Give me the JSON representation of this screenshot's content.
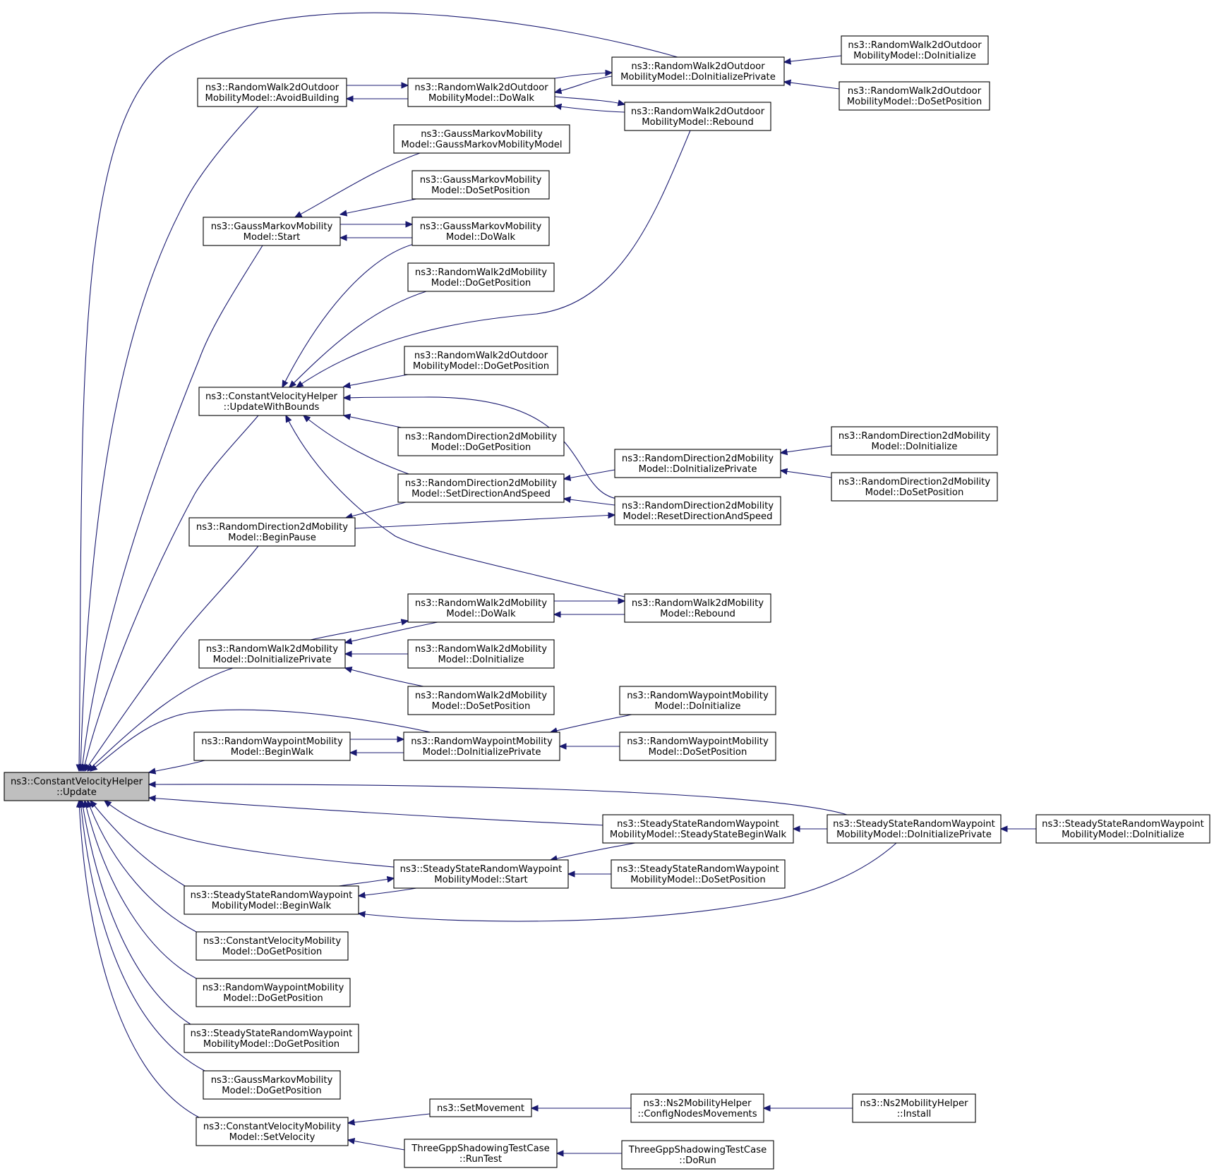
{
  "colors": {
    "edge": "#191970",
    "root_fill": "#bfbfbf",
    "node_fill": "#ffffff",
    "node_border": "#000000"
  },
  "nodes": [
    {
      "id": "root",
      "lines": [
        "ns3::ConstantVelocityHelper",
        "::Update"
      ],
      "root": true
    },
    {
      "id": "rw2o_avoid",
      "lines": [
        "ns3::RandomWalk2dOutdoor",
        "MobilityModel::AvoidBuilding"
      ]
    },
    {
      "id": "rw2o_dowalk",
      "lines": [
        "ns3::RandomWalk2dOutdoor",
        "MobilityModel::DoWalk"
      ]
    },
    {
      "id": "rw2o_dip",
      "lines": [
        "ns3::RandomWalk2dOutdoor",
        "MobilityModel::DoInitializePrivate"
      ]
    },
    {
      "id": "rw2o_rebound",
      "lines": [
        "ns3::RandomWalk2dOutdoor",
        "MobilityModel::Rebound"
      ]
    },
    {
      "id": "rw2o_doinit",
      "lines": [
        "ns3::RandomWalk2dOutdoor",
        "MobilityModel::DoInitialize"
      ]
    },
    {
      "id": "rw2o_dosetpos",
      "lines": [
        "ns3::RandomWalk2dOutdoor",
        "MobilityModel::DoSetPosition"
      ]
    },
    {
      "id": "gm_ctor",
      "lines": [
        "ns3::GaussMarkovMobility",
        "Model::GaussMarkovMobilityModel"
      ]
    },
    {
      "id": "gm_dosetpos",
      "lines": [
        "ns3::GaussMarkovMobility",
        "Model::DoSetPosition"
      ]
    },
    {
      "id": "gm_start",
      "lines": [
        "ns3::GaussMarkovMobility",
        "Model::Start"
      ]
    },
    {
      "id": "gm_dowalk",
      "lines": [
        "ns3::GaussMarkovMobility",
        "Model::DoWalk"
      ]
    },
    {
      "id": "rw2d_dogetpos",
      "lines": [
        "ns3::RandomWalk2dMobility",
        "Model::DoGetPosition"
      ]
    },
    {
      "id": "rw2o_dogetpos",
      "lines": [
        "ns3::RandomWalk2dOutdoor",
        "MobilityModel::DoGetPosition"
      ]
    },
    {
      "id": "cvh_uwb",
      "lines": [
        "ns3::ConstantVelocityHelper",
        "::UpdateWithBounds"
      ]
    },
    {
      "id": "rd2d_dogetpos",
      "lines": [
        "ns3::RandomDirection2dMobility",
        "Model::DoGetPosition"
      ]
    },
    {
      "id": "rd2d_dip",
      "lines": [
        "ns3::RandomDirection2dMobility",
        "Model::DoInitializePrivate"
      ]
    },
    {
      "id": "rd2d_doinit",
      "lines": [
        "ns3::RandomDirection2dMobility",
        "Model::DoInitialize"
      ]
    },
    {
      "id": "rd2d_setdir",
      "lines": [
        "ns3::RandomDirection2dMobility",
        "Model::SetDirectionAndSpeed"
      ]
    },
    {
      "id": "rd2d_dosetpos",
      "lines": [
        "ns3::RandomDirection2dMobility",
        "Model::DoSetPosition"
      ]
    },
    {
      "id": "rd2d_reset",
      "lines": [
        "ns3::RandomDirection2dMobility",
        "Model::ResetDirectionAndSpeed"
      ]
    },
    {
      "id": "rd2d_beginpause",
      "lines": [
        "ns3::RandomDirection2dMobility",
        "Model::BeginPause"
      ]
    },
    {
      "id": "rw2d_dowalk",
      "lines": [
        "ns3::RandomWalk2dMobility",
        "Model::DoWalk"
      ]
    },
    {
      "id": "rw2d_rebound",
      "lines": [
        "ns3::RandomWalk2dMobility",
        "Model::Rebound"
      ]
    },
    {
      "id": "rw2d_dip",
      "lines": [
        "ns3::RandomWalk2dMobility",
        "Model::DoInitializePrivate"
      ]
    },
    {
      "id": "rw2d_doinit",
      "lines": [
        "ns3::RandomWalk2dMobility",
        "Model::DoInitialize"
      ]
    },
    {
      "id": "rw2d_dosetpos",
      "lines": [
        "ns3::RandomWalk2dMobility",
        "Model::DoSetPosition"
      ]
    },
    {
      "id": "rwp_doinit",
      "lines": [
        "ns3::RandomWaypointMobility",
        "Model::DoInitialize"
      ]
    },
    {
      "id": "rwp_beginwalk",
      "lines": [
        "ns3::RandomWaypointMobility",
        "Model::BeginWalk"
      ]
    },
    {
      "id": "rwp_dip",
      "lines": [
        "ns3::RandomWaypointMobility",
        "Model::DoInitializePrivate"
      ]
    },
    {
      "id": "rwp_dosetpos",
      "lines": [
        "ns3::RandomWaypointMobility",
        "Model::DoSetPosition"
      ]
    },
    {
      "id": "ss_sbw",
      "lines": [
        "ns3::SteadyStateRandomWaypoint",
        "MobilityModel::SteadyStateBeginWalk"
      ]
    },
    {
      "id": "ss_dip",
      "lines": [
        "ns3::SteadyStateRandomWaypoint",
        "MobilityModel::DoInitializePrivate"
      ]
    },
    {
      "id": "ss_doinit",
      "lines": [
        "ns3::SteadyStateRandomWaypoint",
        "MobilityModel::DoInitialize"
      ]
    },
    {
      "id": "ss_start",
      "lines": [
        "ns3::SteadyStateRandomWaypoint",
        "MobilityModel::Start"
      ]
    },
    {
      "id": "ss_dosetpos",
      "lines": [
        "ns3::SteadyStateRandomWaypoint",
        "MobilityModel::DoSetPosition"
      ]
    },
    {
      "id": "ss_beginwalk",
      "lines": [
        "ns3::SteadyStateRandomWaypoint",
        "MobilityModel::BeginWalk"
      ]
    },
    {
      "id": "cvm_dogetpos",
      "lines": [
        "ns3::ConstantVelocityMobility",
        "Model::DoGetPosition"
      ]
    },
    {
      "id": "rwp_dogetpos",
      "lines": [
        "ns3::RandomWaypointMobility",
        "Model::DoGetPosition"
      ]
    },
    {
      "id": "ss_dogetpos",
      "lines": [
        "ns3::SteadyStateRandomWaypoint",
        "MobilityModel::DoGetPosition"
      ]
    },
    {
      "id": "gm_dogetpos",
      "lines": [
        "ns3::GaussMarkovMobility",
        "Model::DoGetPosition"
      ]
    },
    {
      "id": "setmovement",
      "lines": [
        "ns3::SetMovement"
      ]
    },
    {
      "id": "ns2_config",
      "lines": [
        "ns3::Ns2MobilityHelper",
        "::ConfigNodesMovements"
      ]
    },
    {
      "id": "ns2_install",
      "lines": [
        "ns3::Ns2MobilityHelper",
        "::Install"
      ]
    },
    {
      "id": "cvm_setvel",
      "lines": [
        "ns3::ConstantVelocityMobility",
        "Model::SetVelocity"
      ]
    },
    {
      "id": "tgpp_runtest",
      "lines": [
        "ThreeGppShadowingTestCase",
        "::RunTest"
      ]
    },
    {
      "id": "tgpp_dorun",
      "lines": [
        "ThreeGppShadowingTestCase",
        "::DoRun"
      ]
    }
  ],
  "edges": [
    [
      "rw2o_dip",
      "root"
    ],
    [
      "rw2o_avoid",
      "root"
    ],
    [
      "gm_start",
      "root"
    ],
    [
      "cvh_uwb",
      "root"
    ],
    [
      "rd2d_beginpause",
      "root"
    ],
    [
      "rw2d_dip",
      "root"
    ],
    [
      "rwp_dip",
      "root"
    ],
    [
      "rwp_beginwalk",
      "root"
    ],
    [
      "ss_dip",
      "root"
    ],
    [
      "ss_sbw",
      "root"
    ],
    [
      "ss_start",
      "root"
    ],
    [
      "ss_beginwalk",
      "root"
    ],
    [
      "cvm_dogetpos",
      "root"
    ],
    [
      "rwp_dogetpos",
      "root"
    ],
    [
      "ss_dogetpos",
      "root"
    ],
    [
      "gm_dogetpos",
      "root"
    ],
    [
      "cvm_setvel",
      "root"
    ],
    [
      "rw2o_dowalk",
      "rw2o_avoid"
    ],
    [
      "rw2o_avoid",
      "rw2o_dowalk"
    ],
    [
      "rw2o_dip",
      "rw2o_dowalk"
    ],
    [
      "rw2o_rebound",
      "rw2o_dowalk"
    ],
    [
      "rw2o_dowalk",
      "rw2o_dip"
    ],
    [
      "rw2o_dowalk",
      "rw2o_rebound"
    ],
    [
      "rw2o_doinit",
      "rw2o_dip"
    ],
    [
      "rw2o_dosetpos",
      "rw2o_dip"
    ],
    [
      "gm_ctor",
      "gm_start"
    ],
    [
      "gm_dosetpos",
      "gm_start"
    ],
    [
      "gm_dowalk",
      "gm_start"
    ],
    [
      "gm_start",
      "gm_dowalk"
    ],
    [
      "gm_dowalk",
      "cvh_uwb"
    ],
    [
      "rw2d_dogetpos",
      "cvh_uwb"
    ],
    [
      "rw2o_rebound",
      "cvh_uwb"
    ],
    [
      "rw2o_dogetpos",
      "cvh_uwb"
    ],
    [
      "rd2d_reset",
      "cvh_uwb"
    ],
    [
      "rd2d_dogetpos",
      "cvh_uwb"
    ],
    [
      "rd2d_setdir",
      "cvh_uwb"
    ],
    [
      "rw2d_rebound",
      "cvh_uwb"
    ],
    [
      "rd2d_dip",
      "rd2d_setdir"
    ],
    [
      "rd2d_reset",
      "rd2d_setdir"
    ],
    [
      "rd2d_doinit",
      "rd2d_dip"
    ],
    [
      "rd2d_dosetpos",
      "rd2d_dip"
    ],
    [
      "rd2d_setdir",
      "rd2d_beginpause"
    ],
    [
      "rd2d_beginpause",
      "rd2d_reset"
    ],
    [
      "rw2d_dowalk",
      "rw2d_rebound"
    ],
    [
      "rw2d_rebound",
      "rw2d_dowalk"
    ],
    [
      "rw2d_dip",
      "rw2d_dowalk"
    ],
    [
      "rw2d_dowalk",
      "rw2d_dip"
    ],
    [
      "rw2d_doinit",
      "rw2d_dip"
    ],
    [
      "rw2d_dosetpos",
      "rw2d_dip"
    ],
    [
      "rwp_beginwalk",
      "rwp_dip"
    ],
    [
      "rwp_dip",
      "rwp_beginwalk"
    ],
    [
      "rwp_doinit",
      "rwp_dip"
    ],
    [
      "rwp_dosetpos",
      "rwp_dip"
    ],
    [
      "ss_dip",
      "ss_sbw"
    ],
    [
      "ss_doinit",
      "ss_dip"
    ],
    [
      "ss_sbw",
      "ss_start"
    ],
    [
      "ss_dosetpos",
      "ss_start"
    ],
    [
      "ss_beginwalk",
      "ss_start"
    ],
    [
      "ss_start",
      "ss_beginwalk"
    ],
    [
      "ss_dip",
      "ss_beginwalk"
    ],
    [
      "setmovement",
      "cvm_setvel"
    ],
    [
      "tgpp_runtest",
      "cvm_setvel"
    ],
    [
      "ns2_config",
      "setmovement"
    ],
    [
      "ns2_install",
      "ns2_config"
    ],
    [
      "tgpp_dorun",
      "tgpp_runtest"
    ]
  ]
}
